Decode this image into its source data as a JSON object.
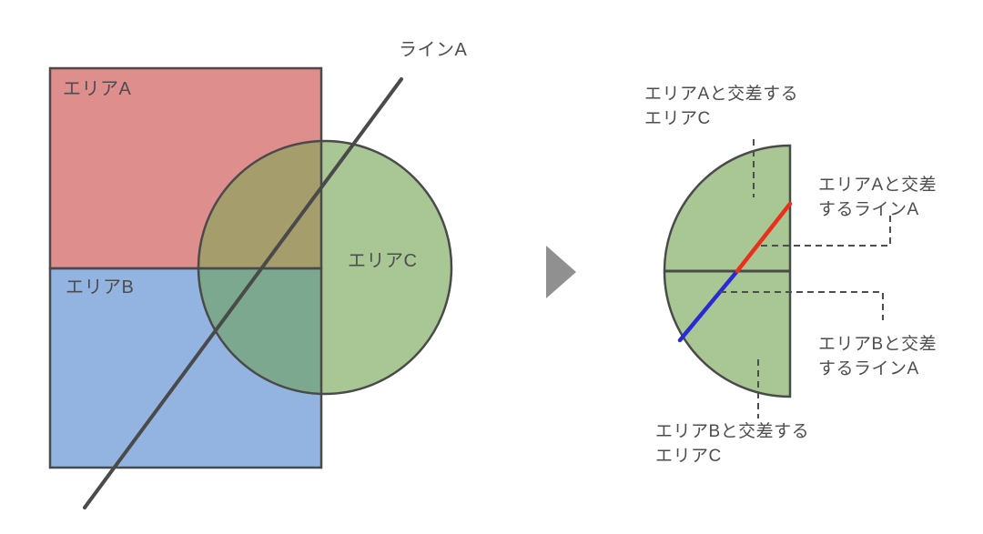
{
  "canvas": {
    "background": "#ffffff"
  },
  "colors": {
    "stroke": "#4a4a4a",
    "text": "#4d4d4d",
    "area_a": "#dd8e8d",
    "area_b": "#93b4e1",
    "area_c": "#a9c795",
    "overlap_ac": "#a59d6b",
    "overlap_bc": "#7ba88f",
    "line_a_in_area_a": "#e8301d",
    "line_a_in_area_b": "#2a2ad4",
    "arrow": "#909090",
    "dashed": "#4d4d4d"
  },
  "left_diagram": {
    "area_a_label": "エリアA",
    "area_b_label": "エリアB",
    "area_c_label": "エリアC",
    "line_a_label": "ラインA"
  },
  "right_diagram": {
    "label_top": "エリアAと交差する\nエリアC",
    "label_line_in_a": "エリアAと交差\nするラインA",
    "label_line_in_b": "エリアBと交差\nするラインA",
    "label_bottom": "エリアBと交差する\nエリアC"
  }
}
